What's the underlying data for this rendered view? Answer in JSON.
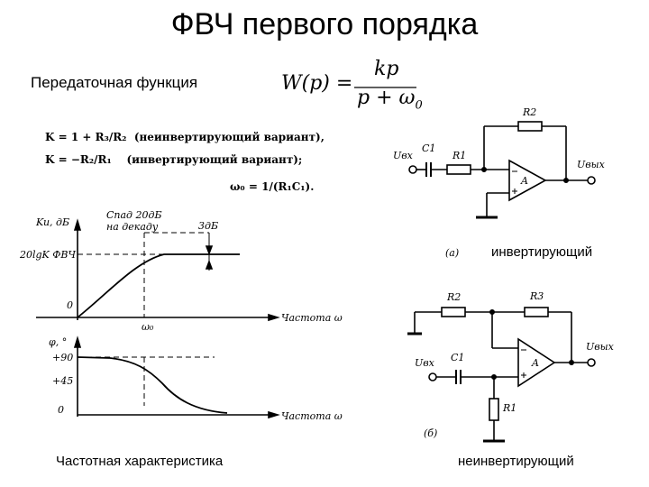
{
  "title": "ФВЧ первого порядка",
  "transfer_label": "Передаточная функция",
  "formula": {
    "lhs": "W(p) =",
    "num": "kp",
    "den": "p + ω",
    "den_sub": "0"
  },
  "equations": {
    "eq1_left": "K = 1 + R₃/R₂",
    "eq1_note": "(неинвертирующий вариант),",
    "eq2_left": "K = −R₂/R₁",
    "eq2_note": "(инвертирующий вариант);",
    "eq3": "ω₀ = 1/(R₁C₁)."
  },
  "amp_plot": {
    "ylabel": "Ku, дБ",
    "slope_note_1": "Спад 20дБ",
    "slope_note_2": "на декаду",
    "db3": "3дБ",
    "level": "20lgK ФВЧ",
    "zero": "0",
    "w0": "ω₀",
    "xlabel": "Частота ω"
  },
  "phase_plot": {
    "ylabel": "φ, °",
    "t90": "+90",
    "t45": "+45",
    "t0": "0",
    "xlabel": "Частота ω"
  },
  "freq_caption": "Частотная характеристика",
  "circuit_a": {
    "uin": "Uвх",
    "c1": "C1",
    "r1": "R1",
    "r2": "R2",
    "a": "A",
    "uout": "Uвых",
    "tag": "(а)",
    "caption": "инвертирующий"
  },
  "circuit_b": {
    "uin": "Uвх",
    "c1": "C1",
    "r2": "R2",
    "r3": "R3",
    "r1": "R1",
    "a": "A",
    "uout": "Uвых",
    "tag": "(б)",
    "caption": "неинвертирующий"
  }
}
